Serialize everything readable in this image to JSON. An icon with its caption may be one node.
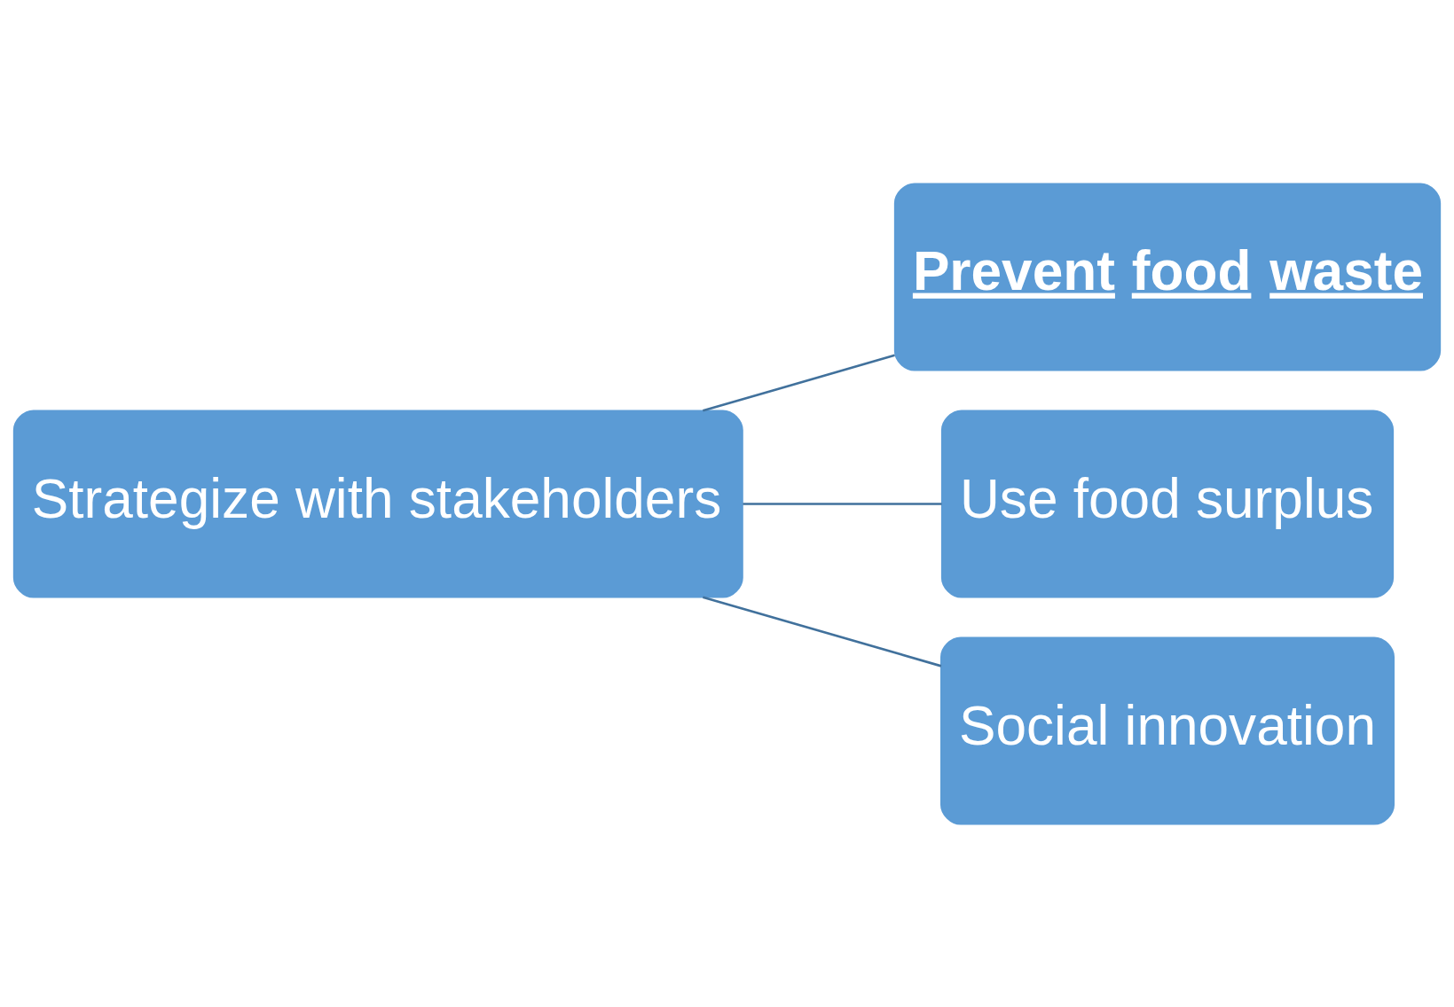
{
  "diagram": {
    "nodes": [
      {
        "text": [
          "Strategize with stakeholders"
        ]
      },
      {
        "text": [
          "Prevent food waste"
        ]
      },
      {
        "text": [
          "Use food surplus"
        ]
      },
      {
        "text": [
          "Social innovation"
        ]
      }
    ],
    "edges": [
      {
        "from": 0,
        "to": 1,
        "arrow": "none"
      },
      {
        "from": 0,
        "to": 2,
        "arrow": "none"
      },
      {
        "from": 0,
        "to": 3,
        "arrow": "none"
      }
    ]
  }
}
